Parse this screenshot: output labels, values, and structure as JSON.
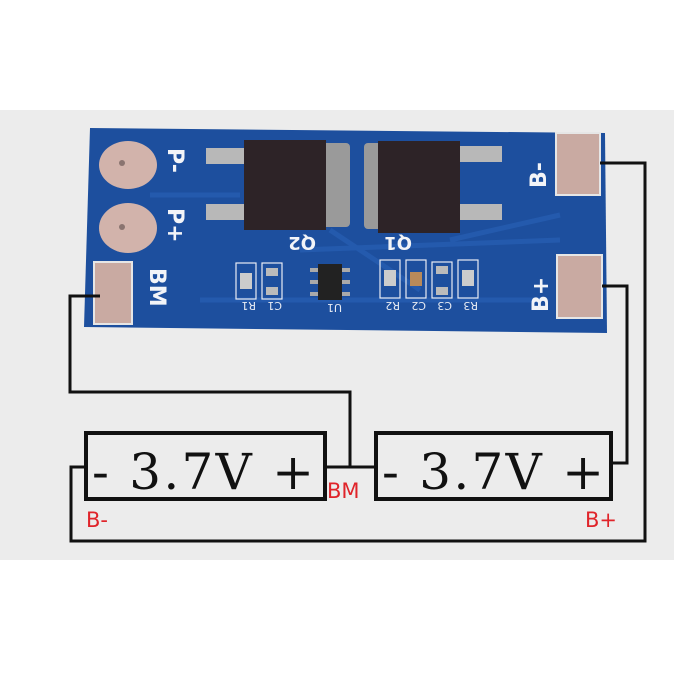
{
  "board": {
    "pads": {
      "p_minus": "P-",
      "p_plus": "P+",
      "bm": "BM",
      "b_minus": "B-",
      "b_plus": "B+"
    },
    "components": {
      "q1": "Q1",
      "q2": "Q2",
      "u1": "U1",
      "r1": "R1",
      "c1": "C1",
      "r2": "R2",
      "c2": "C2",
      "c3": "C3",
      "r3": "R3"
    }
  },
  "diagram": {
    "cell_left": "- 3.7V +",
    "cell_right": "- 3.7V +",
    "label_bm": "BM",
    "label_b_minus": "B-",
    "label_b_plus": "B+"
  },
  "colors": {
    "pcb": "#1d4f9e",
    "pad": "#c9aaa2",
    "label_red": "#e0242a",
    "background": "#ececec"
  }
}
